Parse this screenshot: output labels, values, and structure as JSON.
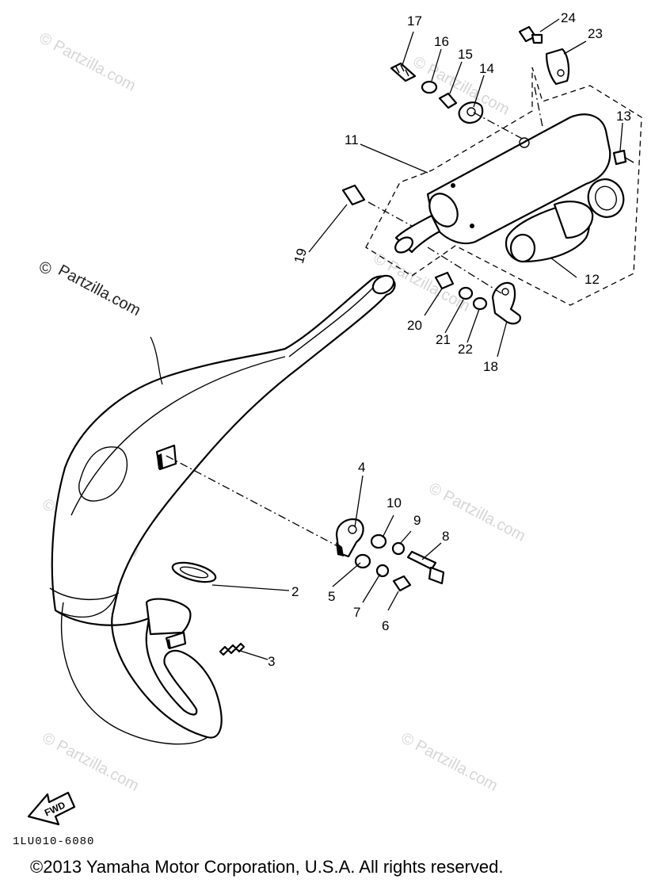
{
  "watermarks": [
    "© Partzilla.com",
    "© Partzilla.com",
    "© Partzilla.com",
    "© Partzilla.com",
    "© Partzilla.com",
    "© Partzilla.com",
    "© Partzilla.com"
  ],
  "callouts": [
    "2",
    "3",
    "4",
    "5",
    "6",
    "7",
    "8",
    "9",
    "10",
    "11",
    "12",
    "13",
    "14",
    "15",
    "16",
    "17",
    "18",
    "19",
    "20",
    "21",
    "22",
    "23",
    "24"
  ],
  "fwd_label": "FWD",
  "diagram_code": "1LU010-6080",
  "copyright": "©2013 Yamaha Motor Corporation, U.S.A. All rights reserved."
}
